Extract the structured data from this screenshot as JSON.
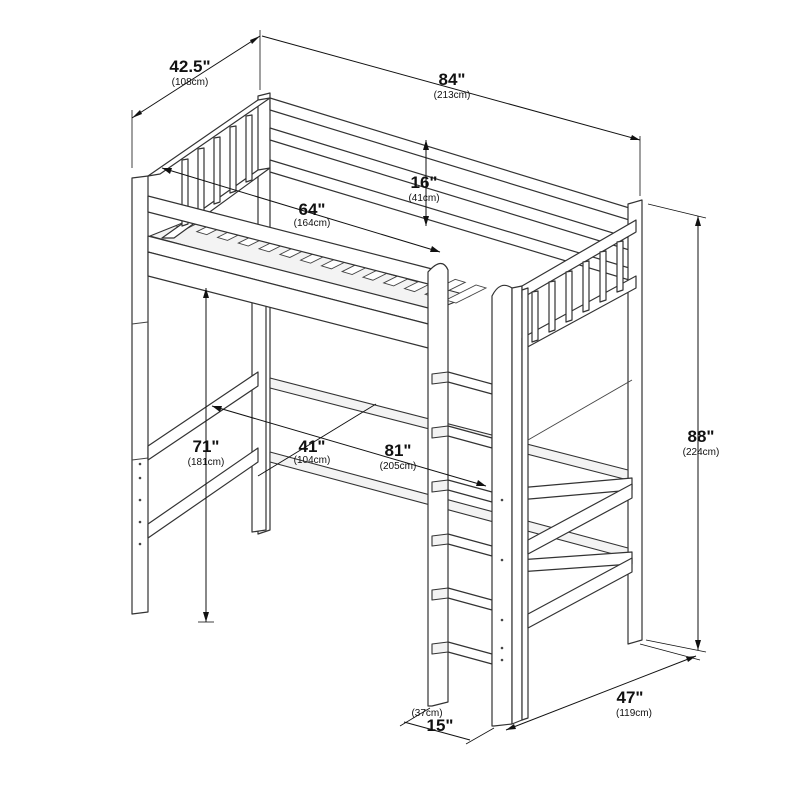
{
  "dimensions": {
    "width_depth": {
      "main": "42.5\"",
      "metric": "(108cm)"
    },
    "length": {
      "main": "84\"",
      "metric": "(213cm)"
    },
    "rail_height": {
      "main": "16\"",
      "metric": "(41cm)"
    },
    "mattress_length": {
      "main": "64\"",
      "metric": "(164cm)"
    },
    "clearance_height": {
      "main": "71\"",
      "metric": "(181cm)"
    },
    "inner_width": {
      "main": "41\"",
      "metric": "(104cm)"
    },
    "inner_length": {
      "main": "81\"",
      "metric": "(205cm)"
    },
    "total_height": {
      "main": "88\"",
      "metric": "(224cm)"
    },
    "ladder_width": {
      "main": "15\"",
      "metric": "(37cm)"
    },
    "ladder_depth": {
      "main": "47\"",
      "metric": "(119cm)"
    }
  }
}
